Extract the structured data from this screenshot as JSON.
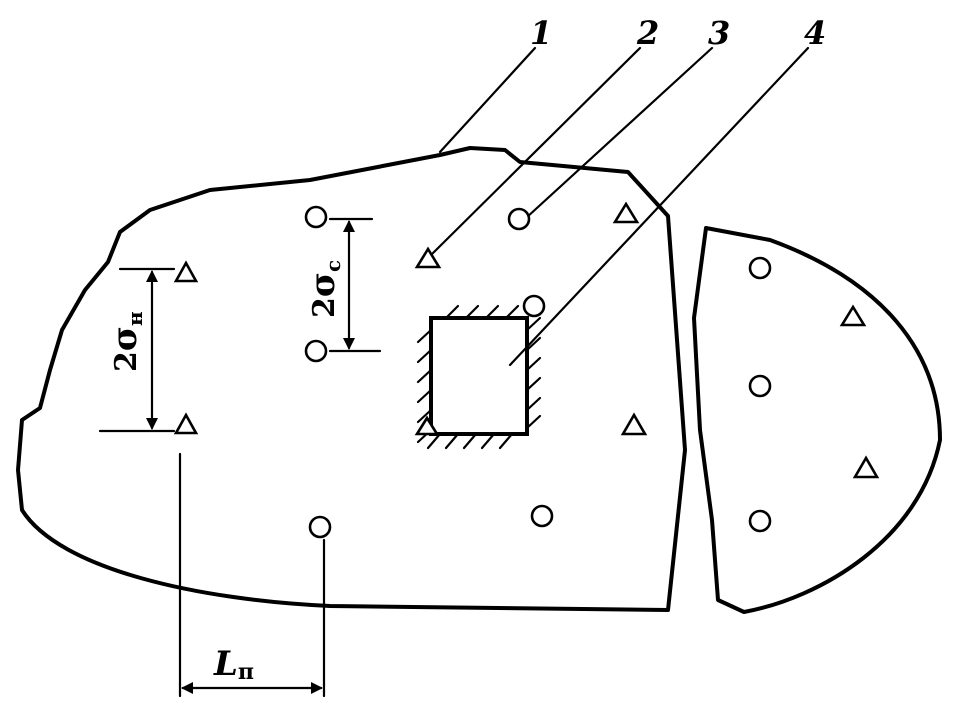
{
  "callouts": [
    "1",
    "2",
    "3",
    "4"
  ],
  "dimensions": {
    "sigma_n": {
      "coef": "2",
      "symbol": "σ",
      "sub": "н"
    },
    "sigma_c": {
      "coef": "2",
      "symbol": "σ",
      "sub": "c"
    },
    "spacing": {
      "symbol": "L",
      "sub": "п"
    }
  },
  "legend_markers": {
    "triangle": "triangle-marker",
    "circle": "circle-marker"
  }
}
